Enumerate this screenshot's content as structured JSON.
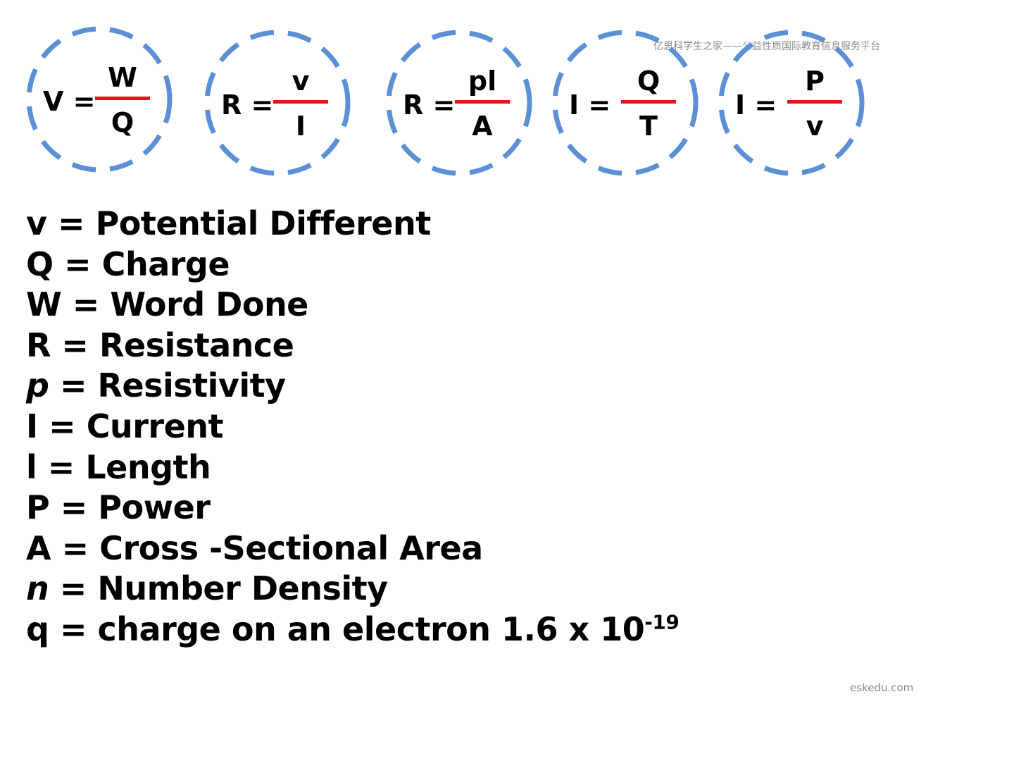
{
  "watermark": "亿思科学生之家——公益性质国际教育信息服务平台",
  "footer": "eskedu.com",
  "colors": {
    "circle": "#5b8fd6",
    "fraction_bar": "#e8141c",
    "text": "#000000"
  },
  "formulas": [
    {
      "lhs": "V =",
      "numerator": "W",
      "denominator": "Q"
    },
    {
      "lhs": "R =",
      "numerator": "v",
      "denominator": "I"
    },
    {
      "lhs": "R =",
      "numerator": "pl",
      "denominator": "A"
    },
    {
      "lhs": "I =",
      "numerator": "Q",
      "denominator": "T"
    },
    {
      "lhs": "I =",
      "numerator": "P",
      "denominator": "v"
    }
  ],
  "legend": [
    {
      "symbol": "v",
      "text": " = Potential Different"
    },
    {
      "symbol": "Q",
      "text": " = Charge"
    },
    {
      "symbol": "W",
      "text": " = Word Done"
    },
    {
      "symbol": "R",
      "text": " = Resistance"
    },
    {
      "symbol": "p",
      "text": " = Resistivity"
    },
    {
      "symbol": "I",
      "text": " = Current"
    },
    {
      "symbol": "l",
      "text": " = Length"
    },
    {
      "symbol": "P",
      "text": " = Power"
    },
    {
      "symbol": "A",
      "text": " = Cross -Sectional Area"
    },
    {
      "symbol": "n",
      "text": " = Number Density"
    },
    {
      "symbol": "q",
      "text": " = charge on an electron 1.6 x 10",
      "superscript": "-19"
    }
  ]
}
